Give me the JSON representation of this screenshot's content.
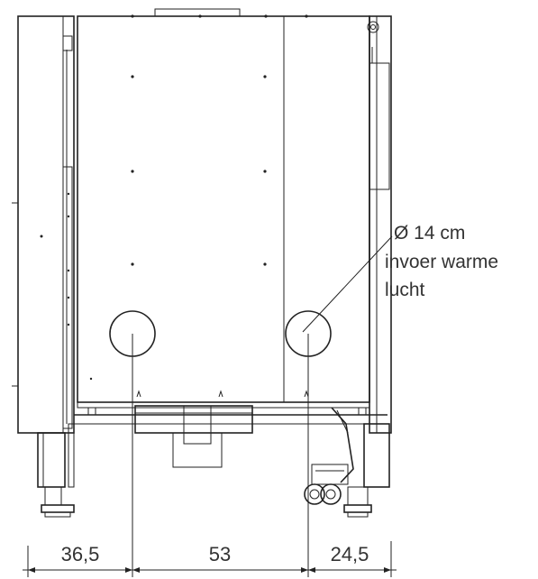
{
  "annotation": {
    "diameter": "Ø 14 cm",
    "description_line1": "invoer warme",
    "description_line2": "lucht"
  },
  "dimensions": {
    "left": "36,5",
    "center": "53",
    "right": "24,5"
  }
}
